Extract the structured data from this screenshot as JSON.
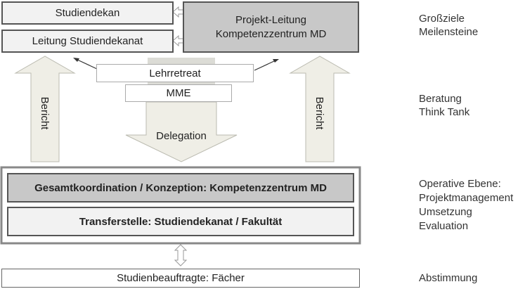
{
  "top": {
    "left_boxes": [
      "Studiendekan",
      "Leitung Studiendekanat"
    ],
    "leitung": [
      "Projekt-Leitung",
      "Kompetenzzentrum MD"
    ]
  },
  "middle": {
    "lehrretreat": "Lehrretreat",
    "mme": "MME",
    "delegation": "Delegation",
    "bericht": "Bericht"
  },
  "operative": {
    "gesamt": "Gesamtkoordination / Konzeption: Kompetenzzentrum MD",
    "transfer": "Transferstelle: Studiendekanat / Fakultät"
  },
  "bottom": {
    "label": "Studienbeauftragte: Fächer"
  },
  "side_labels": {
    "l1": [
      "Großziele",
      "Meilensteine"
    ],
    "l2": [
      "Beratung",
      "Think Tank"
    ],
    "l3": [
      "Operative Ebene:",
      "Projektmanagement",
      "Umsetzung",
      "Evaluation"
    ],
    "l4": [
      "Abstimmung"
    ]
  },
  "colors": {
    "arrow_fill": "#efeee6",
    "grey_box": "#c8c8c8",
    "light_box": "#f2f2f2"
  }
}
